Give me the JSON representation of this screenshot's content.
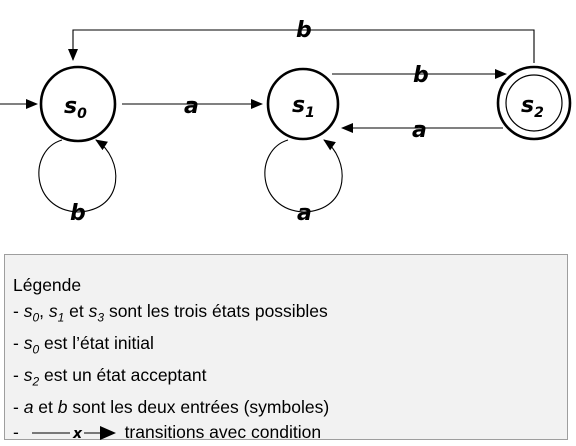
{
  "states": {
    "s0": {
      "letter": "s",
      "sub": "0"
    },
    "s1": {
      "letter": "s",
      "sub": "1"
    },
    "s2": {
      "letter": "s",
      "sub": "2"
    }
  },
  "transitions": {
    "s0_to_s1": "a",
    "s1_to_s2": "b",
    "s2_to_s1": "a",
    "s2_to_s0": "b",
    "s0_loop": "b",
    "s1_loop": "a"
  },
  "legend": {
    "title": "Légende",
    "line1": {
      "dash": "- ",
      "s0": "s",
      "s0sub": "0",
      "sep1": ", ",
      "s1": "s",
      "s1sub": "1",
      "mid": " et ",
      "s3": "s",
      "s3sub": "3",
      "rest": " sont les trois états possibles"
    },
    "line2": {
      "dash": "- ",
      "s": "s",
      "sub": "0",
      "rest": " est l’état initial"
    },
    "line3": {
      "dash": "- ",
      "s": "s",
      "sub": "2",
      "rest": " est un état acceptant"
    },
    "line4": {
      "dash": "- ",
      "a": "a",
      "mid": " et ",
      "b": "b",
      "rest": " sont les deux entrées (symboles)"
    },
    "line5": {
      "dash": "- ",
      "symbol": "x",
      "rest": " transitions avec condition"
    }
  }
}
